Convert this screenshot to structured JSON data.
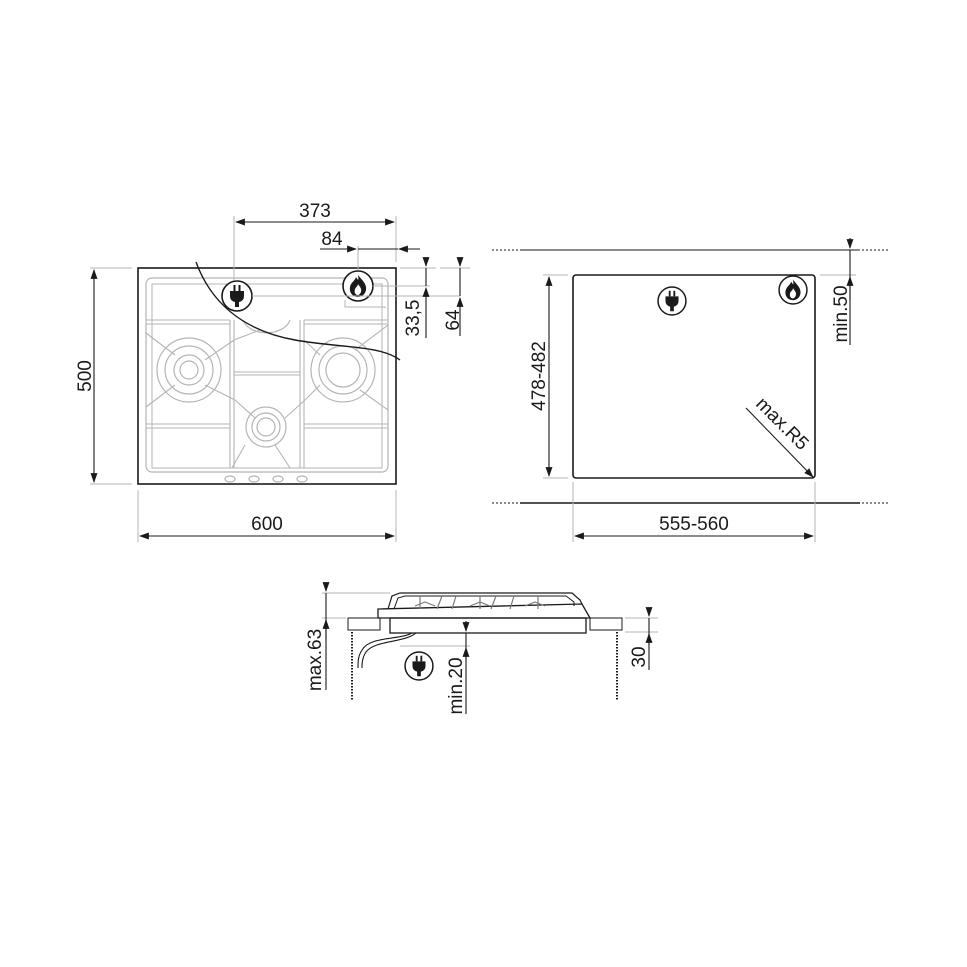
{
  "drawing": {
    "type": "installation-dimensions",
    "unit": "mm",
    "colors": {
      "line": "#1a1a1a",
      "light_line": "#b5b5b5",
      "background": "#ffffff"
    }
  },
  "top_view": {
    "width_label": "600",
    "depth_label": "500",
    "plug_offset_label": "373",
    "gas_offset_label": "84",
    "plug_depth_label": "64",
    "gas_depth_label": "33,5",
    "icons": [
      "plug-icon",
      "flame-icon"
    ],
    "knob_count": 4
  },
  "cutout_view": {
    "width_label": "555-560",
    "depth_label": "478-482",
    "wall_clearance_label": "min.50",
    "corner_radius_label": "max.R5",
    "icons": [
      "plug-icon",
      "flame-icon"
    ]
  },
  "section_view": {
    "height_label": "max.63",
    "clearance_label": "min.20",
    "worktop_label": "30",
    "icons": [
      "plug-icon"
    ]
  }
}
